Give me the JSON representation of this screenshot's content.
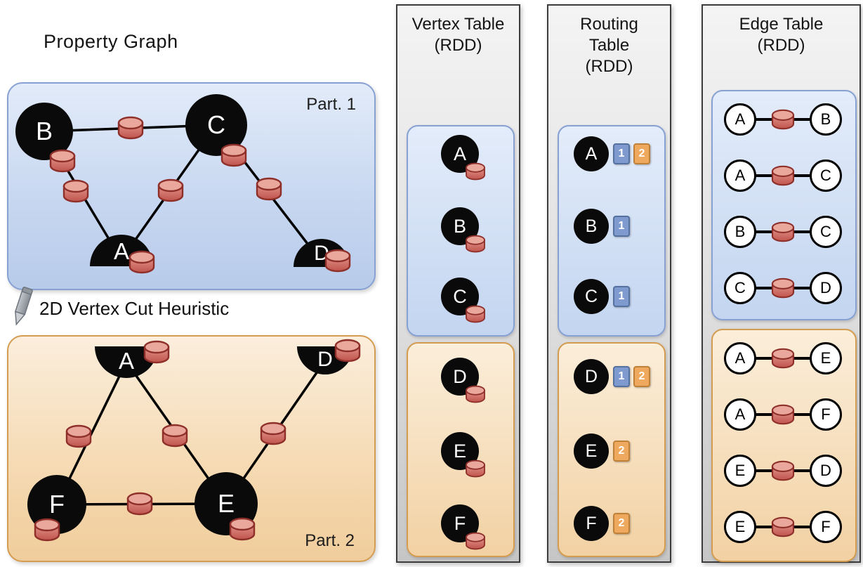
{
  "property_graph": {
    "title": "Property Graph",
    "cut_heuristic_label": "2D Vertex Cut Heuristic",
    "partition1": {
      "label": "Part. 1",
      "vertices": [
        {
          "id": "B",
          "cut": false
        },
        {
          "id": "C",
          "cut": false
        },
        {
          "id": "A",
          "cut": true
        },
        {
          "id": "D",
          "cut": true
        }
      ],
      "edges": [
        "B-C",
        "B-A",
        "C-A",
        "C-D"
      ]
    },
    "partition2": {
      "label": "Part. 2",
      "vertices": [
        {
          "id": "A",
          "cut": true
        },
        {
          "id": "D",
          "cut": true
        },
        {
          "id": "F",
          "cut": false
        },
        {
          "id": "E",
          "cut": false
        }
      ],
      "edges": [
        "A-F",
        "A-E",
        "D-E",
        "F-E"
      ]
    }
  },
  "vertex_table": {
    "title": "Vertex Table",
    "subtitle": "(RDD)",
    "partition1_vertices": [
      {
        "id": "A"
      },
      {
        "id": "B"
      },
      {
        "id": "C"
      }
    ],
    "partition2_vertices": [
      {
        "id": "D"
      },
      {
        "id": "E"
      },
      {
        "id": "F"
      }
    ]
  },
  "routing_table": {
    "title_line1": "Routing",
    "title_line2": "Table",
    "title_line3": "(RDD)",
    "partition1_rows": [
      {
        "id": "A",
        "badges": [
          {
            "value": "1",
            "color": "blue"
          },
          {
            "value": "2",
            "color": "orange"
          }
        ]
      },
      {
        "id": "B",
        "badges": [
          {
            "value": "1",
            "color": "blue"
          }
        ]
      },
      {
        "id": "C",
        "badges": [
          {
            "value": "1",
            "color": "blue"
          }
        ]
      }
    ],
    "partition2_rows": [
      {
        "id": "D",
        "badges": [
          {
            "value": "1",
            "color": "blue"
          },
          {
            "value": "2",
            "color": "orange"
          }
        ]
      },
      {
        "id": "E",
        "badges": [
          {
            "value": "2",
            "color": "orange"
          }
        ]
      },
      {
        "id": "F",
        "badges": [
          {
            "value": "2",
            "color": "orange"
          }
        ]
      }
    ]
  },
  "edge_table": {
    "title": "Edge Table",
    "subtitle": "(RDD)",
    "partition1_edges": [
      {
        "src": "A",
        "dst": "B"
      },
      {
        "src": "A",
        "dst": "C"
      },
      {
        "src": "B",
        "dst": "C"
      },
      {
        "src": "C",
        "dst": "D"
      }
    ],
    "partition2_edges": [
      {
        "src": "A",
        "dst": "E"
      },
      {
        "src": "A",
        "dst": "F"
      },
      {
        "src": "E",
        "dst": "D"
      },
      {
        "src": "E",
        "dst": "F"
      }
    ]
  },
  "colors": {
    "partition1_fill": "#cdd9f1",
    "partition1_border": "#87a1d3",
    "partition2_fill": "#f4d6ab",
    "partition2_border": "#d49c51",
    "cylinder_body": "#d0655c",
    "cylinder_top": "#eaa79c",
    "badge_blue": "#7e9ace",
    "badge_orange": "#efa95e",
    "vertex_fill": "#0a0a0a"
  }
}
